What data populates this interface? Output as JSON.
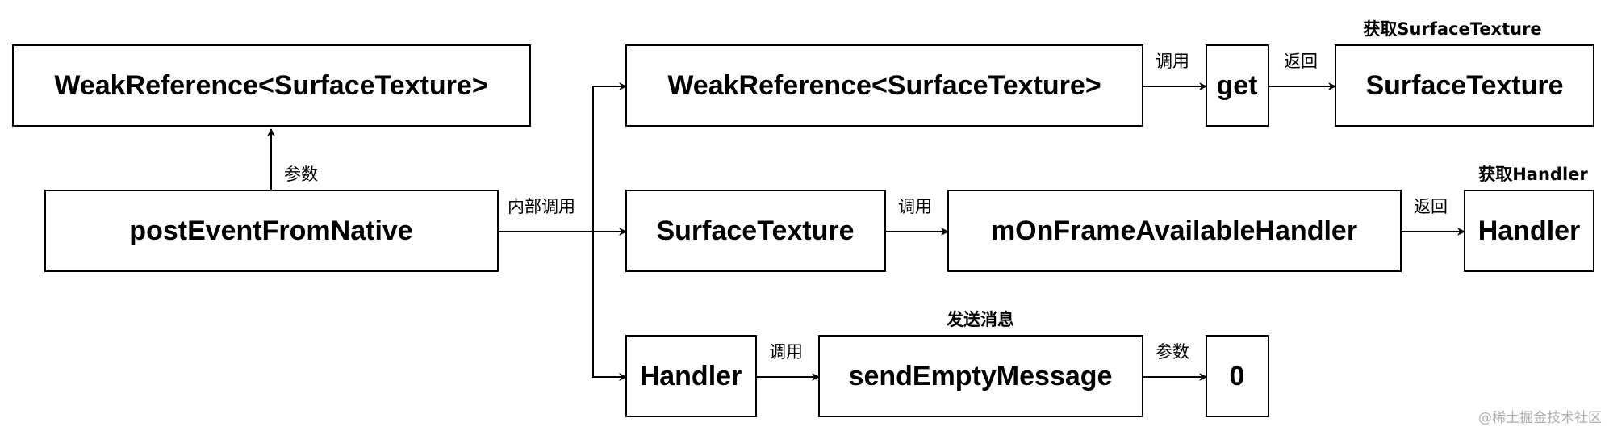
{
  "nodes": {
    "weakref_left": "WeakReference<SurfaceTexture>",
    "post_event": "postEventFromNative",
    "weakref_right": "WeakReference<SurfaceTexture>",
    "get": "get",
    "surface_texture_result": "SurfaceTexture",
    "surface_texture": "SurfaceTexture",
    "frame_handler": "mOnFrameAvailableHandler",
    "handler_result": "Handler",
    "handler": "Handler",
    "send_empty_message": "sendEmptyMessage",
    "zero": "0"
  },
  "edge_labels": {
    "param_1": "参数",
    "internal_call": "内部调用",
    "call_1": "调用",
    "return_1": "返回",
    "call_2": "调用",
    "return_2": "返回",
    "call_3": "调用",
    "param_2": "参数"
  },
  "captions": {
    "get_surface_texture": "获取SurfaceTexture",
    "get_handler": "获取Handler",
    "send_message": "发送消息"
  },
  "watermark": "@稀土掘金技术社区"
}
